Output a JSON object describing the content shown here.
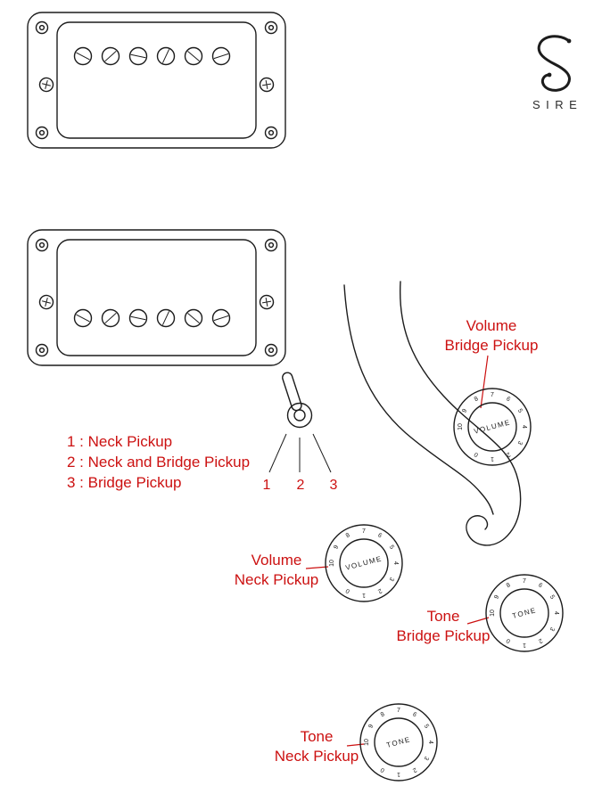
{
  "colors": {
    "accent": "#cc1111",
    "line": "#1c1c1c"
  },
  "logo": {
    "mark": "S",
    "wordmark": "SIRE"
  },
  "selector_legend": {
    "items": [
      "1 : Neck Pickup",
      "2 : Neck and Bridge Pickup",
      "3 : Bridge Pickup"
    ],
    "positions": [
      "1",
      "2",
      "3"
    ]
  },
  "knob_scale": [
    "0",
    "1",
    "2",
    "3",
    "4",
    "5",
    "6",
    "7",
    "8",
    "9",
    "10"
  ],
  "knobs": [
    {
      "label": "VOLUME",
      "caption": [
        "Volume",
        "Bridge Pickup"
      ]
    },
    {
      "label": "VOLUME",
      "caption": [
        "Volume",
        "Neck Pickup"
      ]
    },
    {
      "label": "TONE",
      "caption": [
        "Tone",
        "Bridge Pickup"
      ]
    },
    {
      "label": "TONE",
      "caption": [
        "Tone",
        "Neck Pickup"
      ]
    }
  ]
}
